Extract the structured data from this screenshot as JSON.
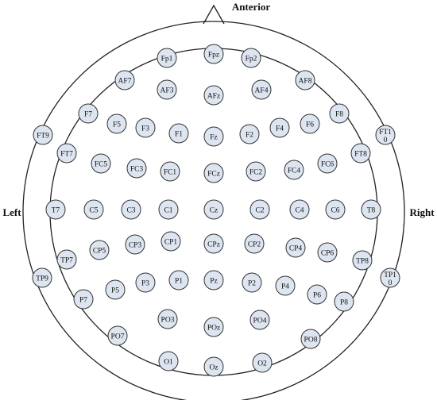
{
  "labels": {
    "anterior": "Anterior",
    "left": "Left",
    "right": "Right"
  },
  "colors": {
    "line": "#222222",
    "electrode_fill": "#dde5f1",
    "electrode_stroke": "#333333",
    "background": "#ffffff"
  },
  "electrodes": [
    {
      "name": "Fp1"
    },
    {
      "name": "Fpz"
    },
    {
      "name": "Fp2"
    },
    {
      "name": "AF7"
    },
    {
      "name": "AF3"
    },
    {
      "name": "AFz"
    },
    {
      "name": "AF4"
    },
    {
      "name": "AF8"
    },
    {
      "name": "F7"
    },
    {
      "name": "F5"
    },
    {
      "name": "F3"
    },
    {
      "name": "F1"
    },
    {
      "name": "Fz"
    },
    {
      "name": "F2"
    },
    {
      "name": "F4"
    },
    {
      "name": "F6"
    },
    {
      "name": "F8"
    },
    {
      "name": "FT9"
    },
    {
      "name": "FT7"
    },
    {
      "name": "FC5"
    },
    {
      "name": "FC3"
    },
    {
      "name": "FC1"
    },
    {
      "name": "FCz"
    },
    {
      "name": "FC2"
    },
    {
      "name": "FC4"
    },
    {
      "name": "FC6"
    },
    {
      "name": "FT8"
    },
    {
      "name": "FT10",
      "lines": [
        "FT1",
        "0"
      ]
    },
    {
      "name": "T7"
    },
    {
      "name": "C5"
    },
    {
      "name": "C3"
    },
    {
      "name": "C1"
    },
    {
      "name": "Cz"
    },
    {
      "name": "C2"
    },
    {
      "name": "C4"
    },
    {
      "name": "C6"
    },
    {
      "name": "T8"
    },
    {
      "name": "TP7"
    },
    {
      "name": "CP5"
    },
    {
      "name": "CP3"
    },
    {
      "name": "CP1"
    },
    {
      "name": "CPz"
    },
    {
      "name": "CP2"
    },
    {
      "name": "CP4"
    },
    {
      "name": "CP6"
    },
    {
      "name": "TP8"
    },
    {
      "name": "TP9"
    },
    {
      "name": "TP10",
      "lines": [
        "TP1",
        "0"
      ]
    },
    {
      "name": "P7"
    },
    {
      "name": "P5"
    },
    {
      "name": "P3"
    },
    {
      "name": "P1"
    },
    {
      "name": "Pz"
    },
    {
      "name": "P2"
    },
    {
      "name": "P4"
    },
    {
      "name": "P6"
    },
    {
      "name": "P8"
    },
    {
      "name": "PO7"
    },
    {
      "name": "PO3"
    },
    {
      "name": "POz"
    },
    {
      "name": "PO4"
    },
    {
      "name": "PO8"
    },
    {
      "name": "O1"
    },
    {
      "name": "Oz"
    },
    {
      "name": "O2"
    }
  ]
}
